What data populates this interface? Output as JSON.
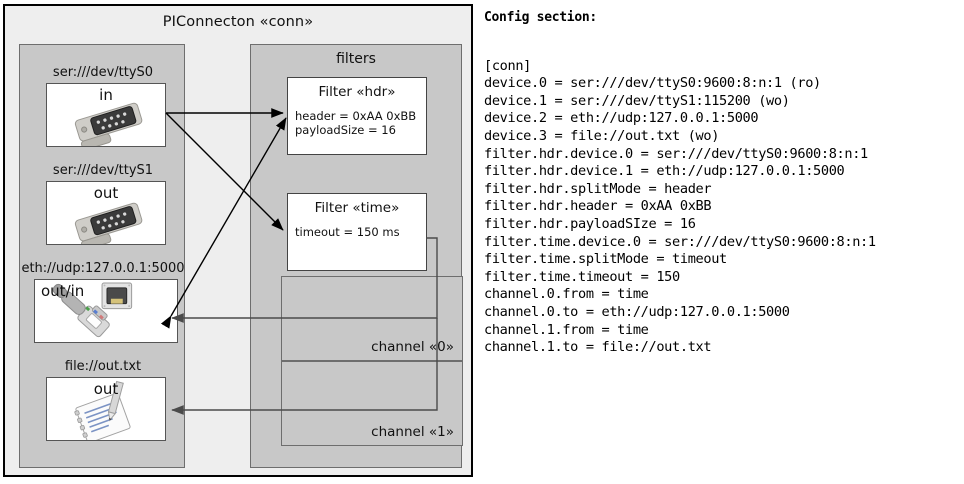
{
  "diagram": {
    "title": "PIConnecton «conn»",
    "devices_panel": {
      "items": [
        {
          "label": "ser:///dev/ttyS0",
          "direction": "in",
          "icon": "serial-port-icon",
          "dir_align": "center"
        },
        {
          "label": "ser:///dev/ttyS1",
          "direction": "out",
          "icon": "serial-port-icon",
          "dir_align": "center"
        },
        {
          "label": "eth://udp:127.0.0.1:5000",
          "direction": "out/in",
          "icon": "ethernet-jack-icon",
          "dir_align": "left"
        },
        {
          "label": "file://out.txt",
          "direction": "out",
          "icon": "text-file-icon",
          "dir_align": "center"
        }
      ]
    },
    "filters_panel": {
      "title": "filters",
      "filters": [
        {
          "title": "Filter «hdr»",
          "props": [
            "header = 0xAA 0xBB",
            "payloadSize = 16"
          ]
        },
        {
          "title": "Filter «time»",
          "props": [
            "timeout = 150 ms"
          ]
        }
      ],
      "channels": [
        {
          "label": "channel «0»"
        },
        {
          "label": "channel «1»"
        }
      ]
    }
  },
  "config": {
    "heading": "Config section:",
    "text": "[conn]\ndevice.0 = ser:///dev/ttyS0:9600:8:n:1 (ro)\ndevice.1 = ser:///dev/ttyS1:115200 (wo)\ndevice.2 = eth://udp:127.0.0.1:5000\ndevice.3 = file://out.txt (wo)\nfilter.hdr.device.0 = ser:///dev/ttyS0:9600:8:n:1\nfilter.hdr.device.1 = eth://udp:127.0.0.1:5000\nfilter.hdr.splitMode = header\nfilter.hdr.header = 0xAA 0xBB\nfilter.hdr.payloadSIze = 16\nfilter.time.device.0 = ser:///dev/ttyS0:9600:8:n:1\nfilter.time.splitMode = timeout\nfilter.time.timeout = 150\nchannel.0.from = time\nchannel.0.to = eth://udp:127.0.0.1:5000\nchannel.1.from = time\nchannel.1.to = file://out.txt"
  },
  "colors": {
    "outer_border": "#000000",
    "canvas": "#eeeeee",
    "panel_fill": "#c8c8c8",
    "panel_border": "#6e6e6e",
    "box_fill": "#ffffff",
    "arrow": "#000000"
  }
}
